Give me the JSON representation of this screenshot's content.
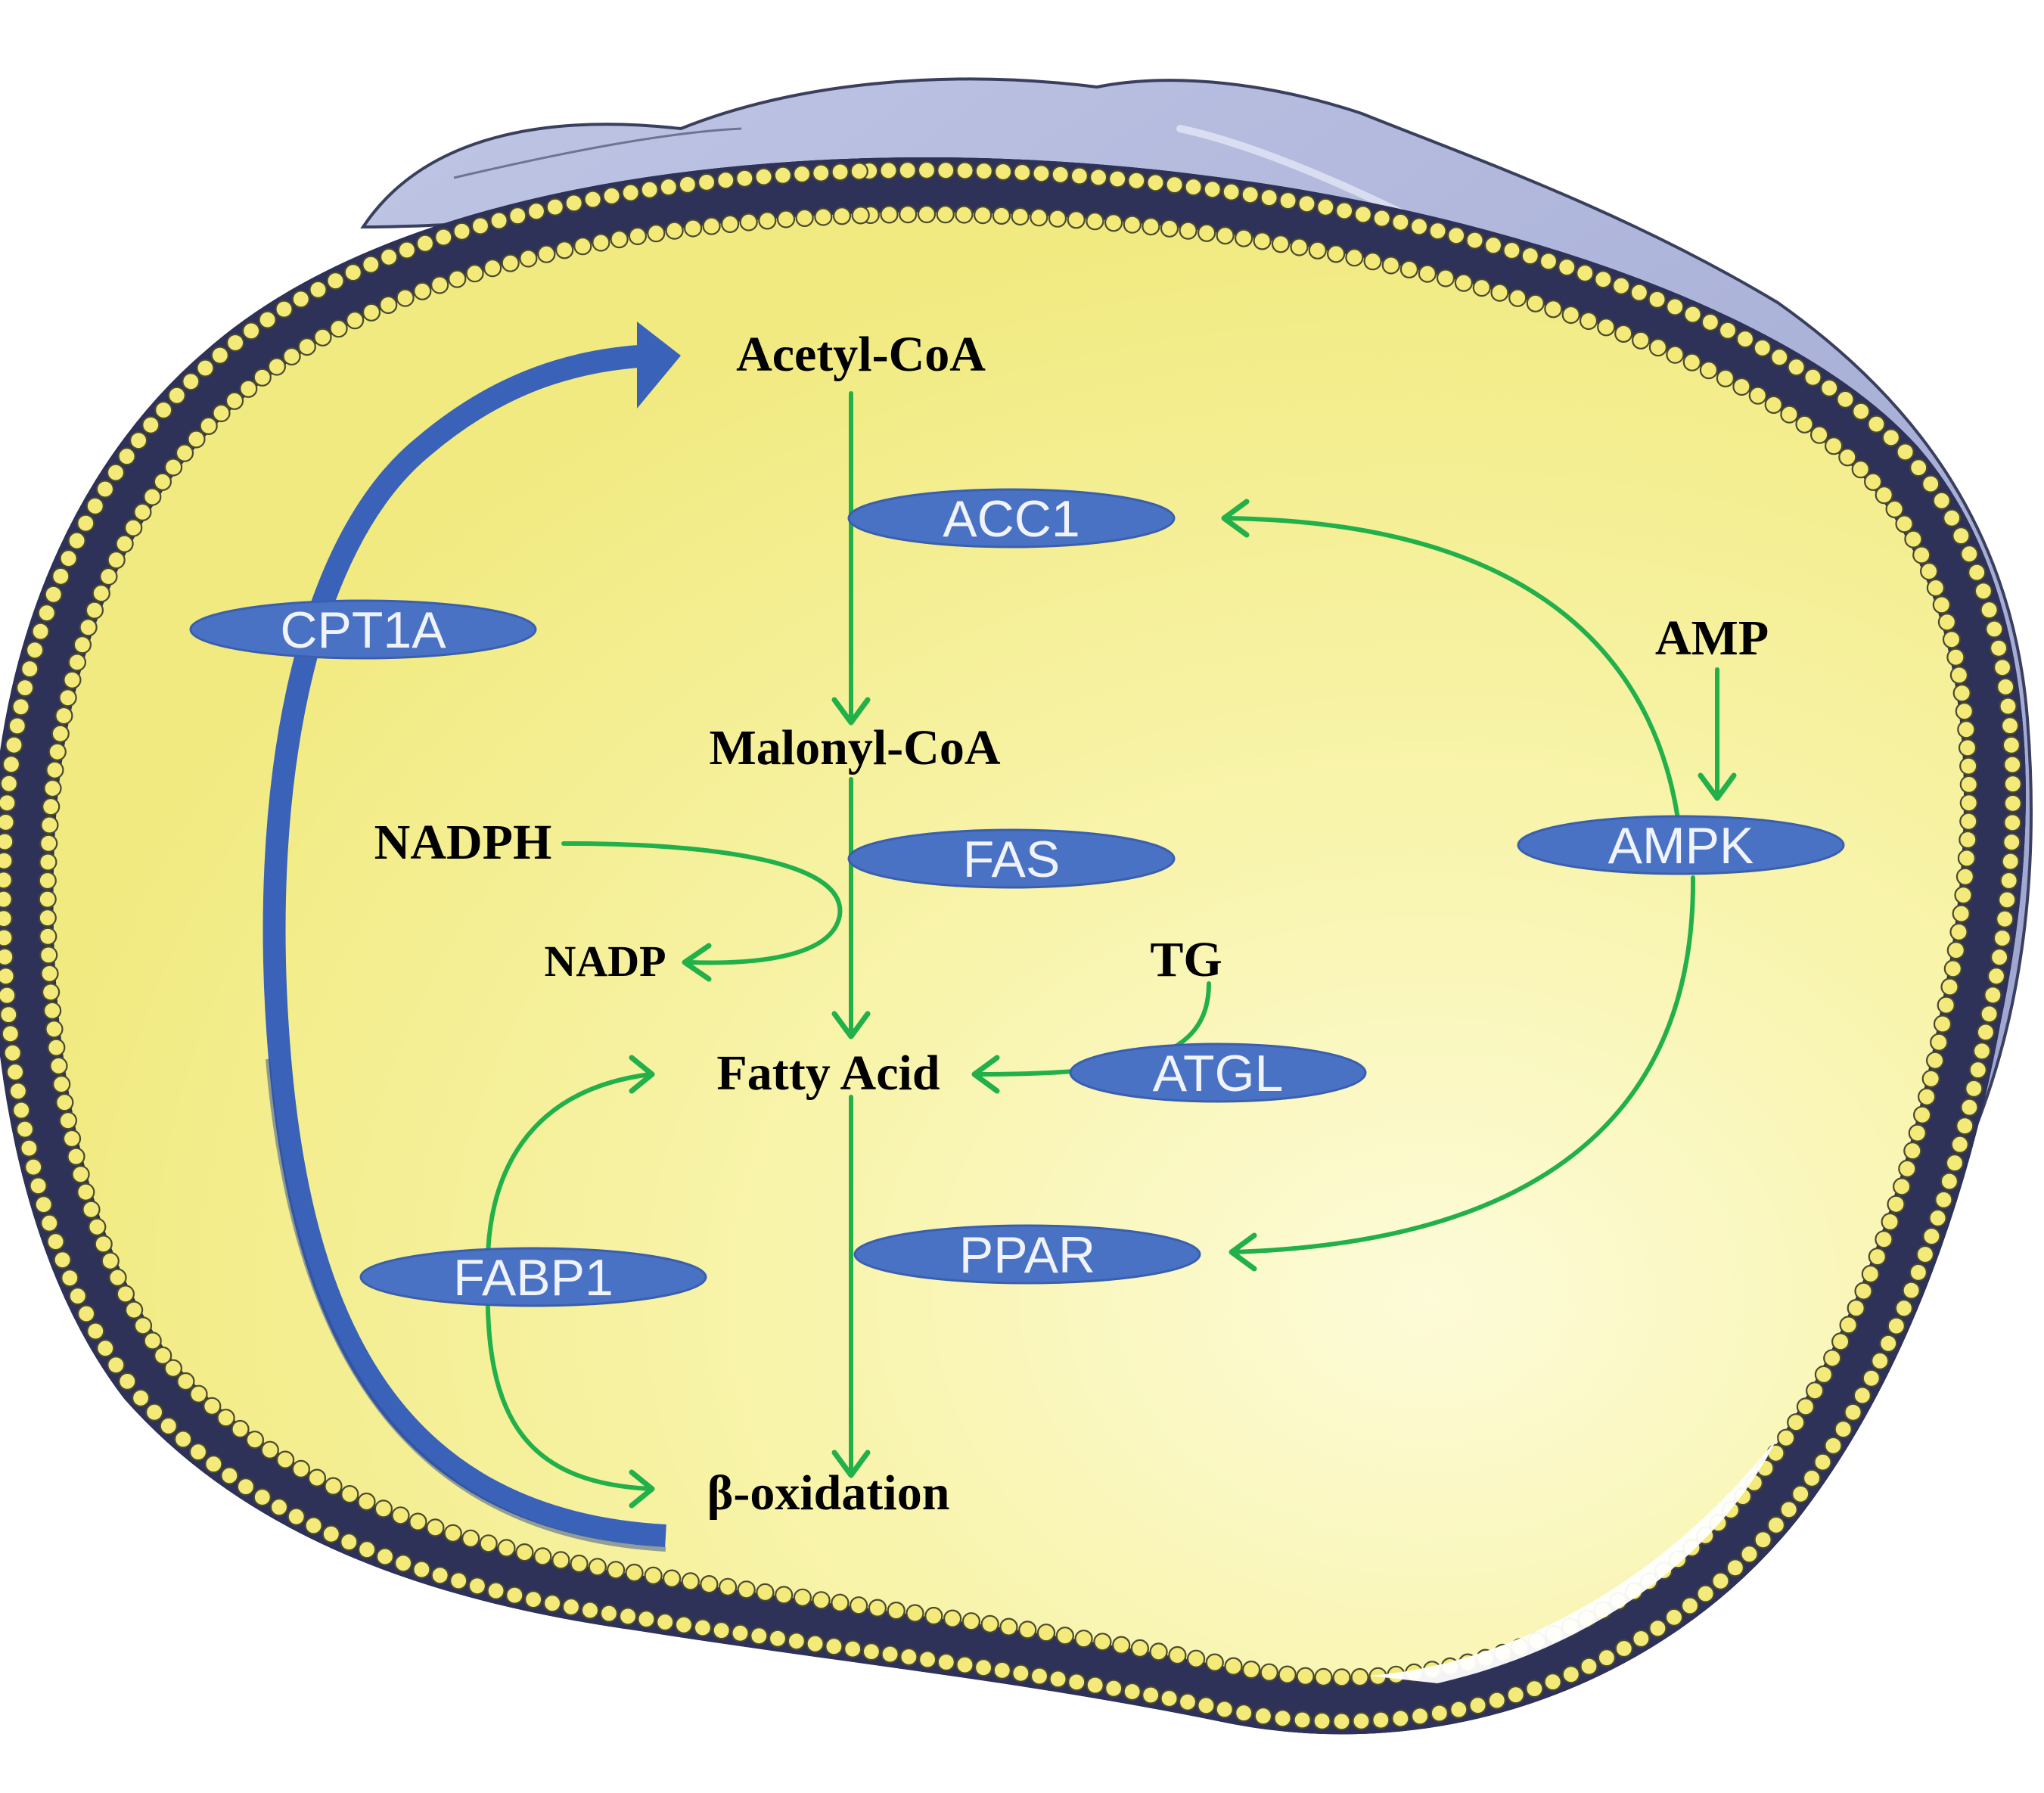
{
  "colors": {
    "cell_fill": "#f6f199",
    "cell_center": "#fdfbd8",
    "membrane_band": "#7d82be",
    "membrane_bead": "#f3ea7a",
    "cytoskeleton_back": "#b4bbdc",
    "enzyme_fill": "#4a72c4",
    "flux_arrow": "#22b04a",
    "cpt1a_arrow": "#3a62b8",
    "text": "#000000"
  },
  "metabolites": {
    "acetyl_coa": "Acetyl-CoA",
    "malonyl_coa": "Malonyl-CoA",
    "nadph": "NADPH",
    "nadp": "NADP",
    "tg": "TG",
    "fatty_acid": "Fatty Acid",
    "beta_oxidation": "β-oxidation",
    "amp": "AMP"
  },
  "enzymes": {
    "acc1": "ACC1",
    "cpt1a": "CPT1A",
    "fas": "FAS",
    "ampk": "AMPK",
    "atgl": "ATGL",
    "fabp1": "FABP1",
    "ppar": "PPAR"
  }
}
